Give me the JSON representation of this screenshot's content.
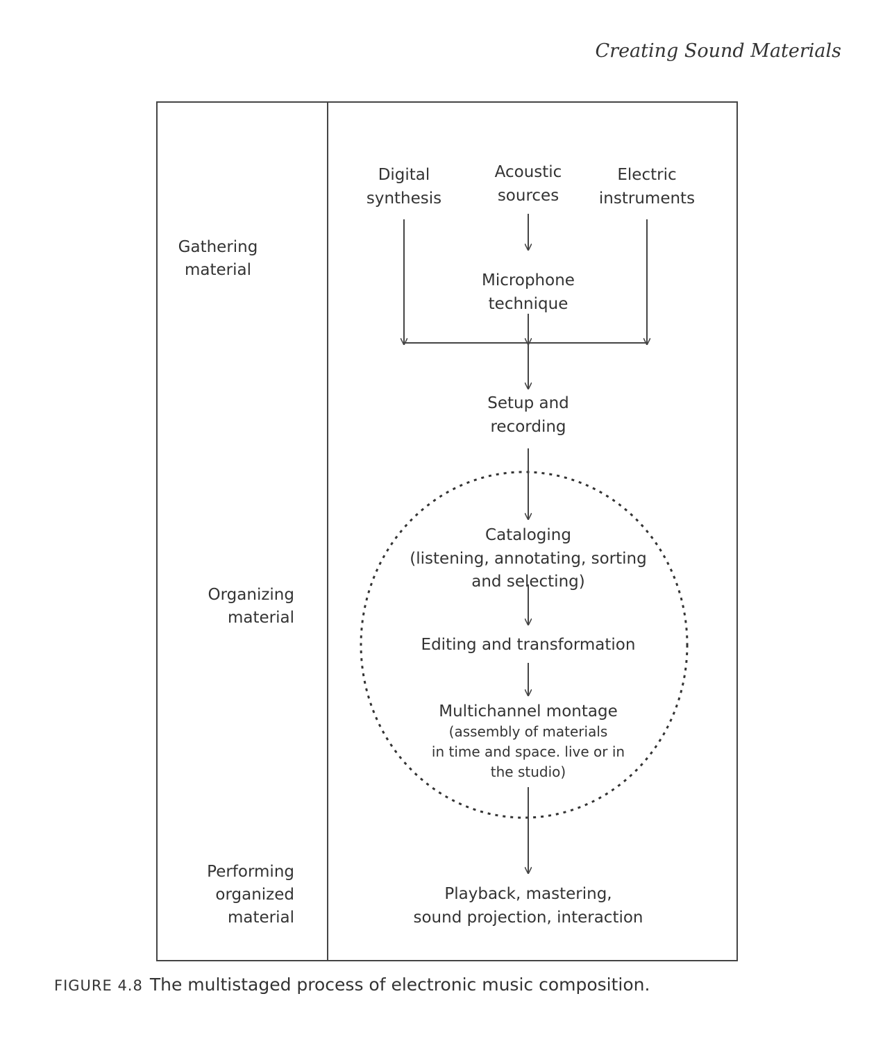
{
  "running_head": "Creating Sound Materials",
  "stages": {
    "gathering": [
      "Gathering",
      "material"
    ],
    "organizing": [
      "Organizing",
      "material"
    ],
    "performing": [
      "Performing",
      "organized",
      "material"
    ]
  },
  "nodes": {
    "digital": [
      "Digital",
      "synthesis"
    ],
    "acoustic": [
      "Acoustic",
      "sources"
    ],
    "electric": [
      "Electric",
      "instruments"
    ],
    "microphone": [
      "Microphone",
      "technique"
    ],
    "setup": [
      "Setup and",
      "recording"
    ],
    "cataloging": [
      "Cataloging",
      "(listening, annotating, sorting",
      "and selecting)"
    ],
    "editing": [
      "Editing and transformation"
    ],
    "montage": {
      "title": "Multichannel montage",
      "detail": [
        "(assembly of materials",
        "in time and space. live or in",
        "the studio)"
      ]
    },
    "playback": [
      "Playback, mastering,",
      "sound projection, interaction"
    ]
  },
  "caption": {
    "label": "FIGURE 4.8",
    "text": "The multistaged process of electronic music composition."
  }
}
